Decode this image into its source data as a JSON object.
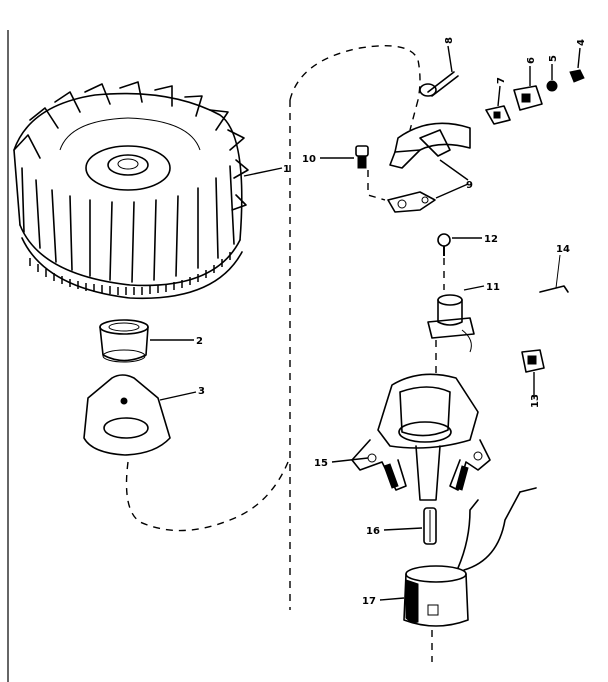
{
  "diagram": {
    "part_labels": [
      {
        "id": "p1",
        "text": "1"
      },
      {
        "id": "p2",
        "text": "2"
      },
      {
        "id": "p3",
        "text": "3"
      },
      {
        "id": "p4",
        "text": "4"
      },
      {
        "id": "p5",
        "text": "5"
      },
      {
        "id": "p6",
        "text": "6"
      },
      {
        "id": "p7",
        "text": "7"
      },
      {
        "id": "p8",
        "text": "8"
      },
      {
        "id": "p9",
        "text": "9"
      },
      {
        "id": "p10",
        "text": "10"
      },
      {
        "id": "p11",
        "text": "11"
      },
      {
        "id": "p12",
        "text": "12"
      },
      {
        "id": "p13",
        "text": "13"
      },
      {
        "id": "p14",
        "text": "14"
      },
      {
        "id": "p15",
        "text": "15"
      },
      {
        "id": "p16",
        "text": "16"
      },
      {
        "id": "p17",
        "text": "17"
      }
    ]
  }
}
